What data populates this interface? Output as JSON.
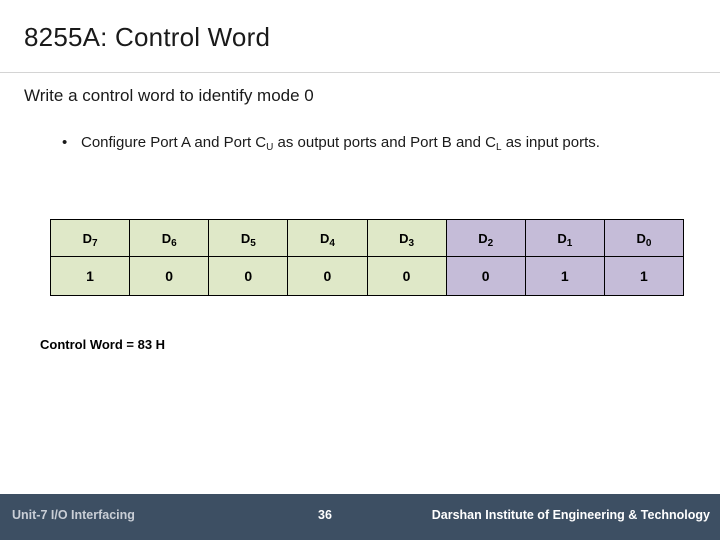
{
  "slide": {
    "title": "8255A: Control Word",
    "lead": "Write a control word to identify mode 0",
    "bullet_marker": "•",
    "bullet_parts": {
      "p1": "Configure Port A and Port C",
      "sub1": "U",
      "p2": " as output ports and Port B and C",
      "sub2": "L",
      "p3": "as input ports."
    },
    "note": "Control Word = 83 H"
  },
  "table": {
    "headers": [
      {
        "d": "D",
        "sub": "7"
      },
      {
        "d": "D",
        "sub": "6"
      },
      {
        "d": "D",
        "sub": "5"
      },
      {
        "d": "D",
        "sub": "4"
      },
      {
        "d": "D",
        "sub": "3"
      },
      {
        "d": "D",
        "sub": "2"
      },
      {
        "d": "D",
        "sub": "1"
      },
      {
        "d": "D",
        "sub": "0"
      }
    ],
    "values": [
      "1",
      "0",
      "0",
      "0",
      "0",
      "0",
      "1",
      "1"
    ],
    "colors": {
      "green": "#dfe8c8",
      "purple": "#c5bcd8",
      "footer_bg": "#3d4f63"
    }
  },
  "footer": {
    "left": "Unit-7 I/O Interfacing",
    "page": "36",
    "right": "Darshan Institute of Engineering & Technology"
  }
}
